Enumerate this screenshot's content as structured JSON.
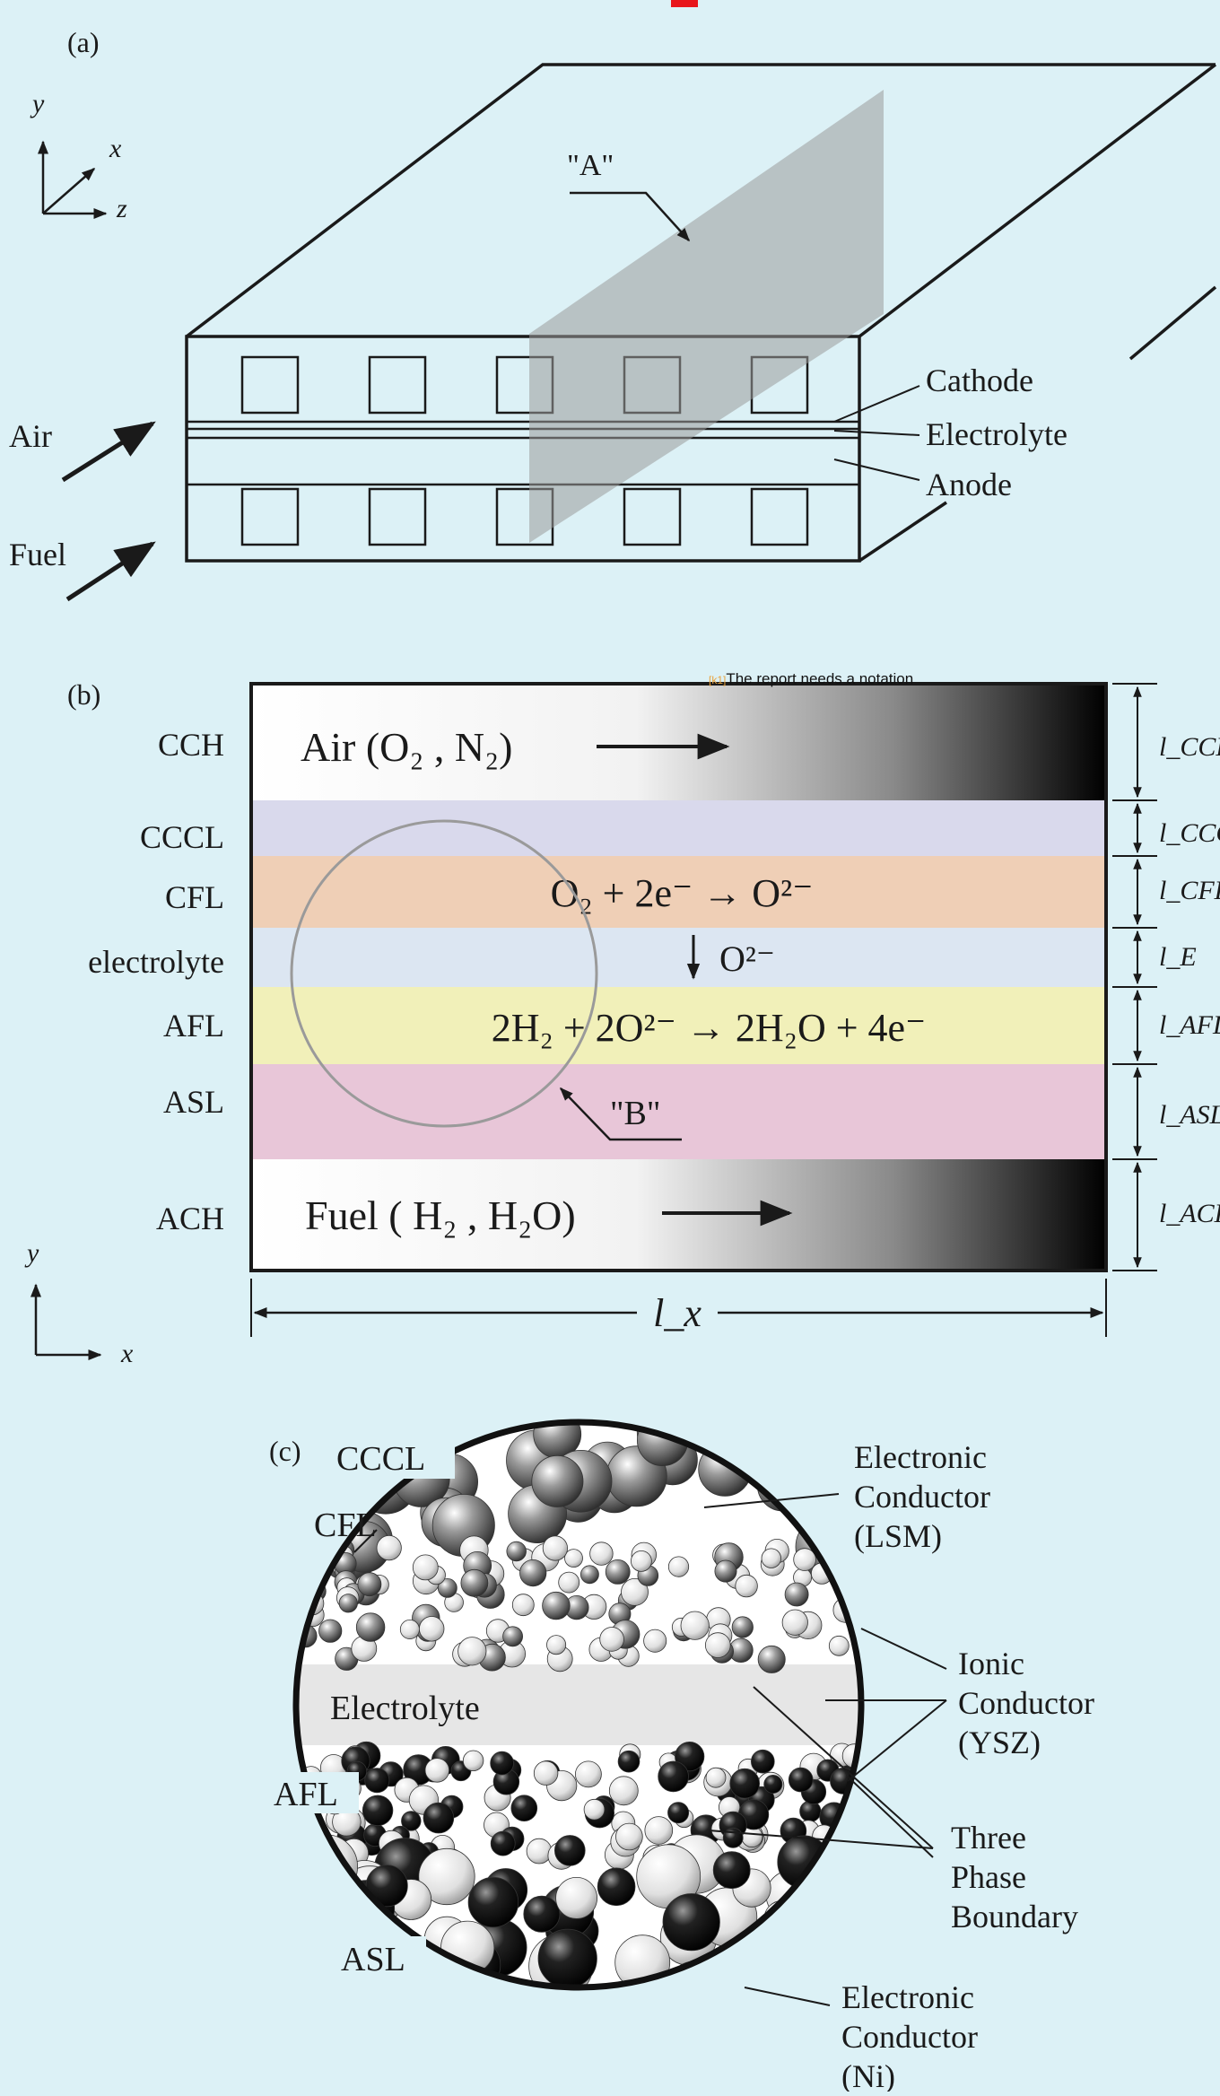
{
  "panel_a": {
    "label": "(a)",
    "axes": {
      "y": "y",
      "x": "x",
      "z": "z"
    },
    "marker_A": "\"A\"",
    "inlets": {
      "air": "Air",
      "fuel": "Fuel"
    },
    "layers": {
      "cathode": "Cathode",
      "electrolyte": "Electrolyte",
      "anode": "Anode"
    }
  },
  "panel_b": {
    "label": "(b)",
    "layers": [
      {
        "label": "CCH",
        "thickness_label": "l_CCH"
      },
      {
        "label": "CCCL",
        "thickness_label": "l_CCCL"
      },
      {
        "label": "CFL",
        "thickness_label": "l_CFL"
      },
      {
        "label": "electrolyte",
        "thickness_label": "l_E"
      },
      {
        "label": "AFL",
        "thickness_label": "l_AFL"
      },
      {
        "label": "ASL",
        "thickness_label": "l_ASL"
      },
      {
        "label": "ACH",
        "thickness_label": "l_ACH"
      }
    ],
    "colors": {
      "cccl": "#d9d9ec",
      "cfl": "#efcfb6",
      "electrolyte": "#dce6f2",
      "afl": "#f1f0b9",
      "asl": "#e8c6d8"
    },
    "flows": {
      "air": "Air (O₂ , N₂)",
      "fuel": "Fuel ( H₂ , H₂O)"
    },
    "reactions": {
      "cathode": "O₂ + 2e⁻ → O²⁻",
      "ion": "O²⁻",
      "anode": "2H₂ + 2O²⁻ → 2H₂O + 4e⁻"
    },
    "marker_B": "\"B\"",
    "width_label": "l_x",
    "axes": {
      "y": "y",
      "x": "x"
    },
    "comment_tag": "[k1]",
    "comment_text": "The report needs a notation"
  },
  "panel_c": {
    "label": "(c)",
    "left_labels": {
      "cccl": "CCCL",
      "cfl": "CFL",
      "electrolyte": "Electrolyte",
      "afl": "AFL",
      "asl": "ASL"
    },
    "right_labels": {
      "lsm": [
        "Electronic",
        "Conductor",
        "(LSM)"
      ],
      "ysz": [
        "Ionic",
        "Conductor",
        "(YSZ)"
      ],
      "tpb": [
        "Three",
        "Phase",
        "Boundary"
      ],
      "ni": [
        "Electronic",
        "Conductor",
        "(Ni)"
      ]
    }
  }
}
